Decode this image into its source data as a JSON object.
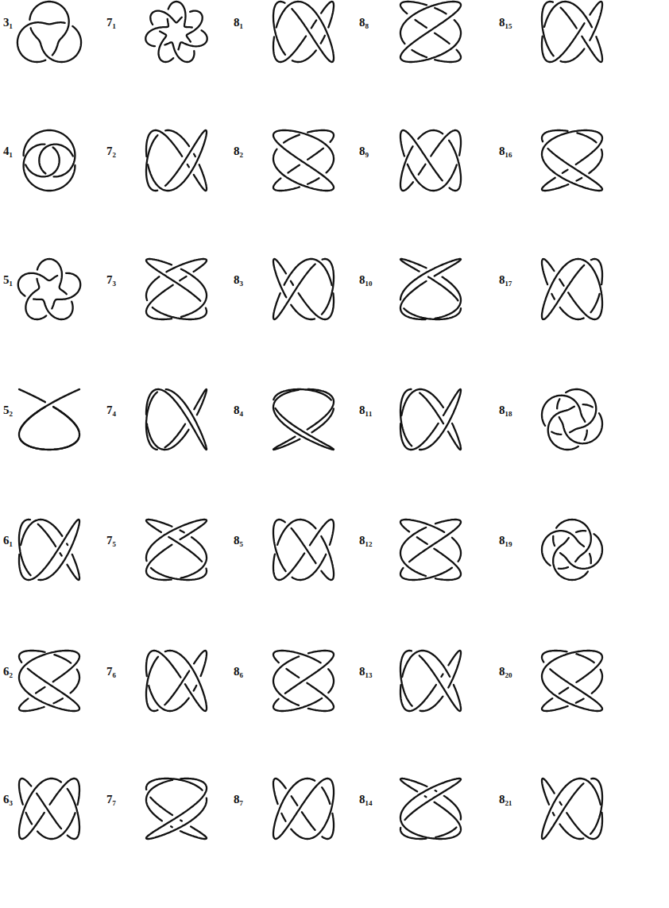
{
  "diagram": {
    "labels": [
      "3₁",
      "7₁",
      "8₁",
      "8₈",
      "8₁₅",
      "4₁",
      "7₂",
      "8₂",
      "8₉",
      "8₁₆",
      "5₁",
      "7₃",
      "8₃",
      "8₁₀",
      "8₁₇",
      "5₂",
      "7₄",
      "8₄",
      "8₁₁",
      "8₁₈",
      "6₁",
      "7₅",
      "8₅",
      "8₁₂",
      "8₁₉",
      "6₂",
      "7₆",
      "8₆",
      "8₁₃",
      "8₂₀",
      "6₃",
      "7₇",
      "8₇",
      "8₁₄",
      "8₂₁"
    ]
  }
}
